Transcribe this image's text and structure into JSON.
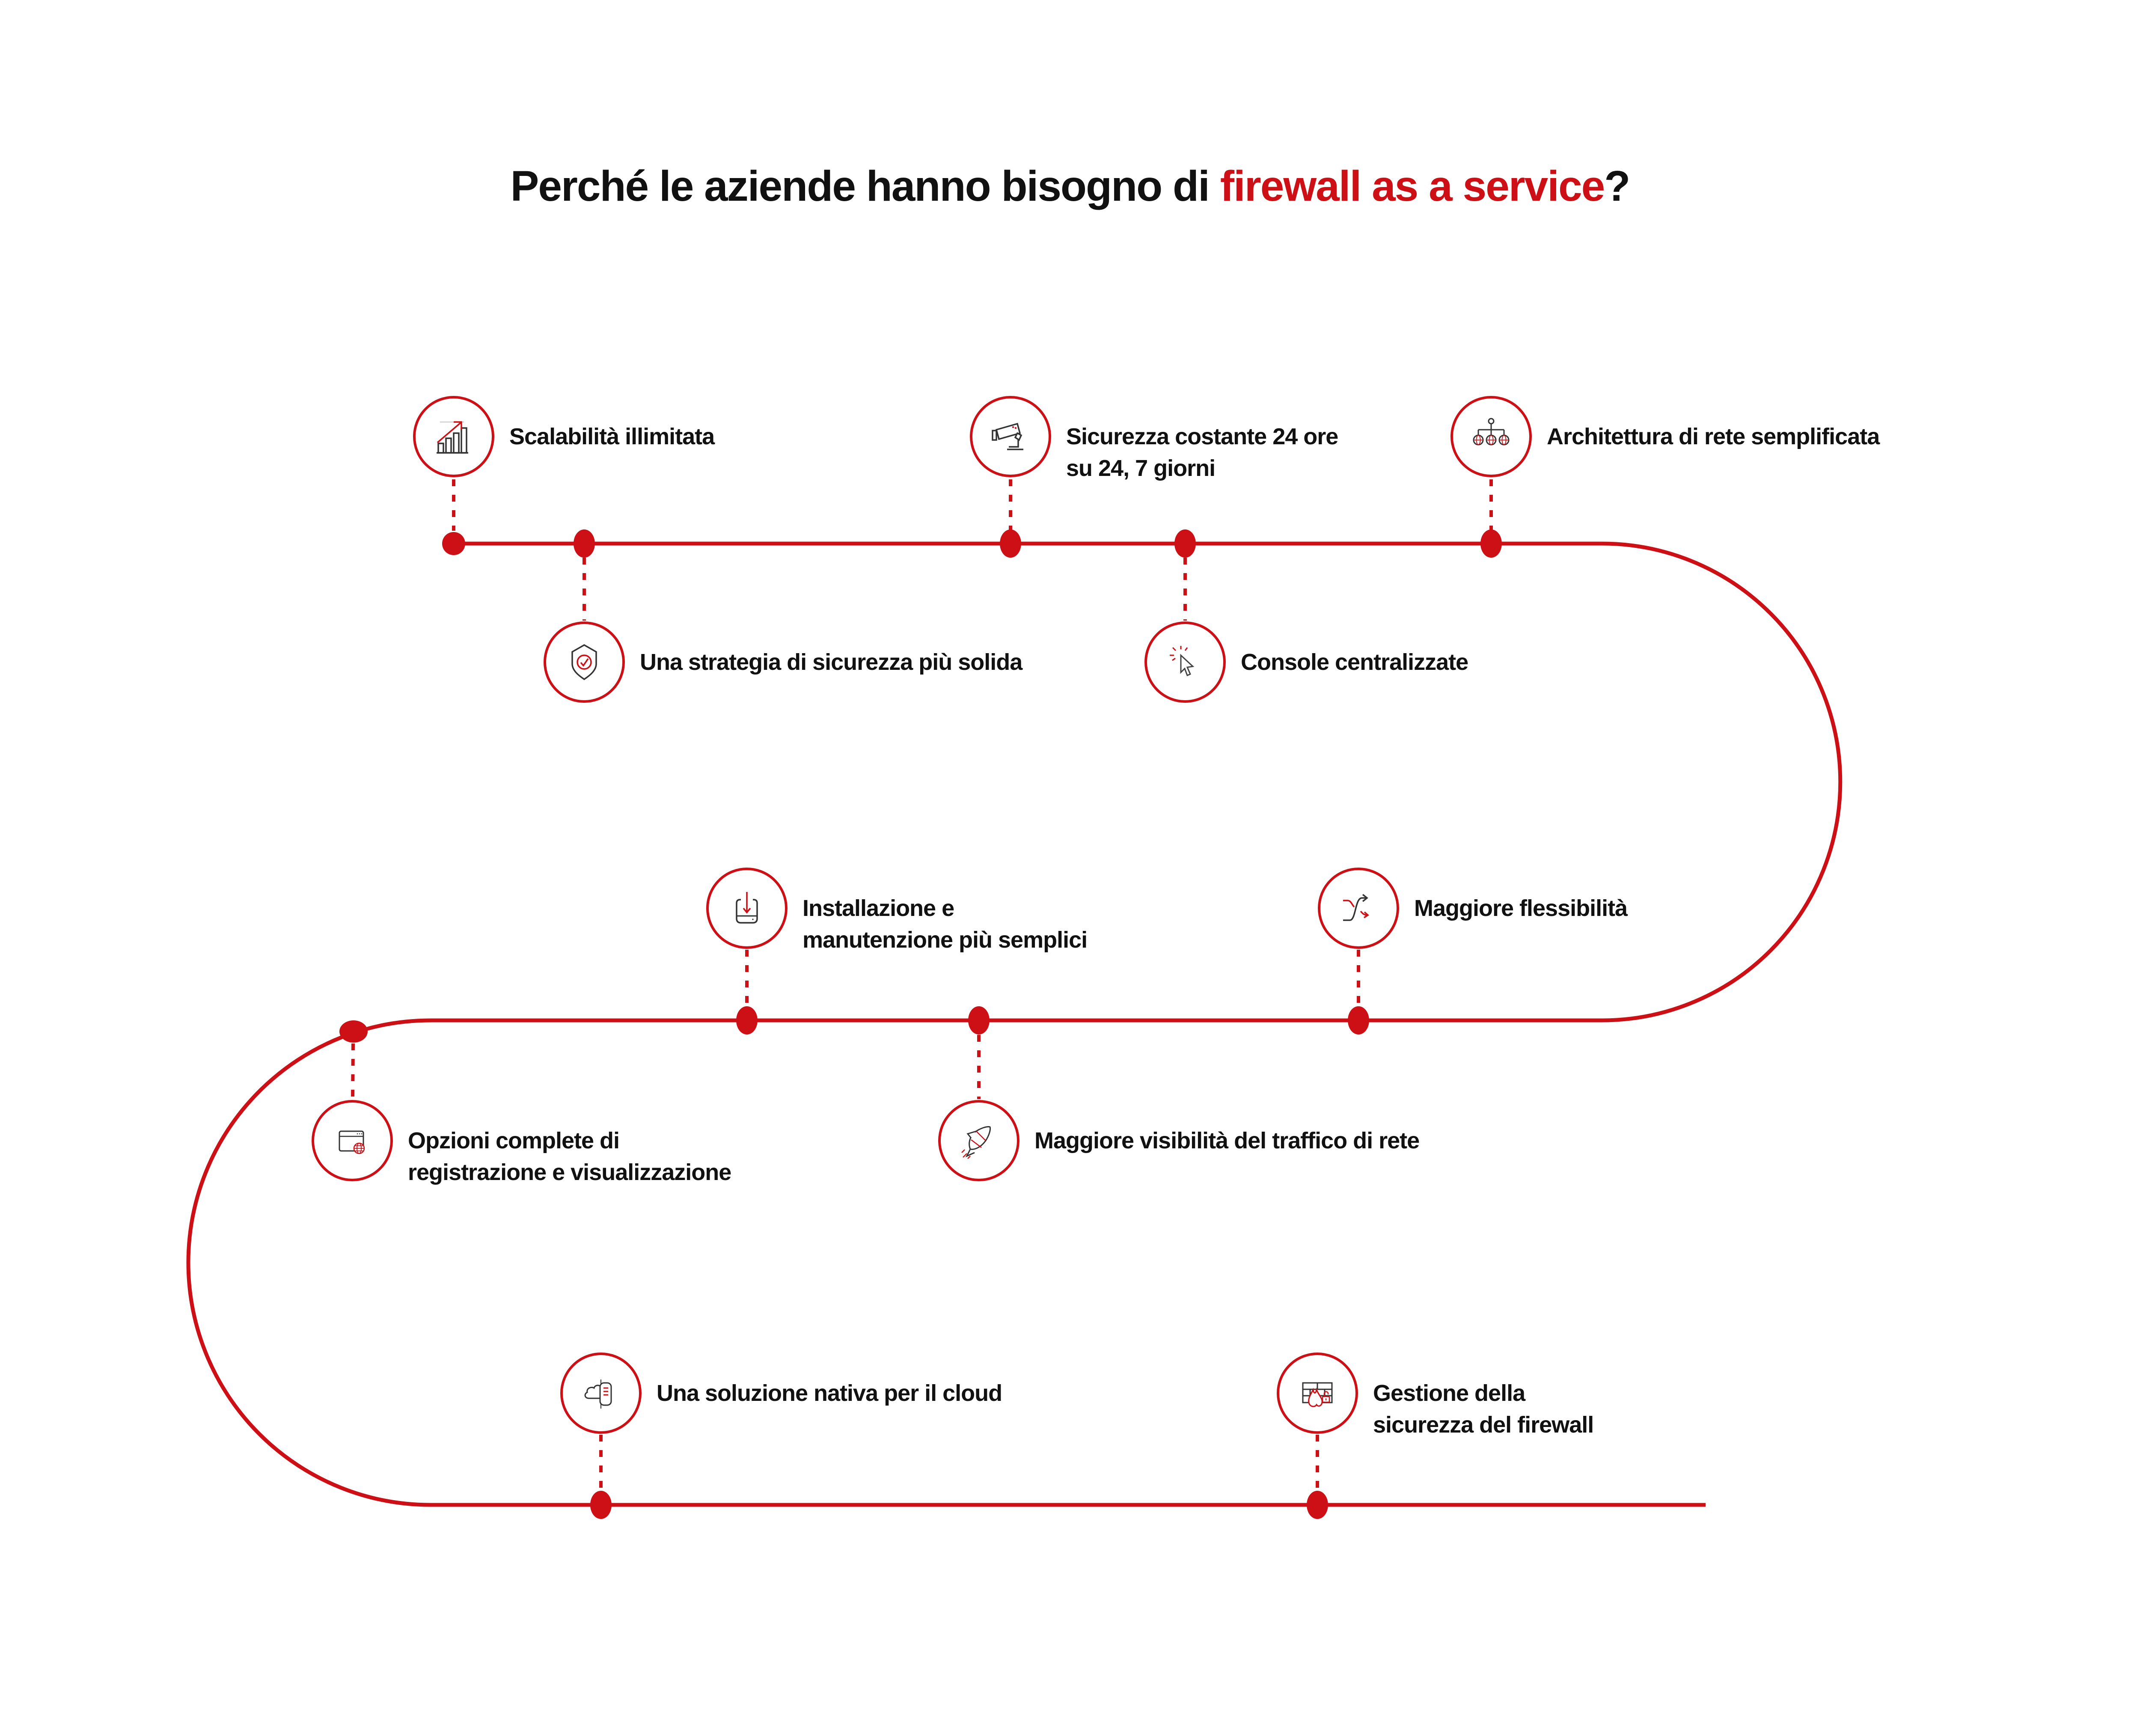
{
  "page": {
    "background": "#ffffff",
    "accent_red": "#cc1016",
    "icon_stroke": "#333333",
    "text_black": "#111111"
  },
  "title": {
    "prefix": "Perché le aziende hanno bisogno di ",
    "highlight": "firewall as a service",
    "suffix": "?"
  },
  "items": [
    {
      "id": "scalability",
      "icon": "bar-chart-growth-icon",
      "line1": "Scalabilità illimitata"
    },
    {
      "id": "security-24-7",
      "icon": "cctv-camera-icon",
      "line1": "Sicurezza costante 24 ore",
      "line2": "su 24, 7 giorni"
    },
    {
      "id": "architecture",
      "icon": "network-tree-icon",
      "line1": "Architettura di rete semplificata"
    },
    {
      "id": "strategy",
      "icon": "shield-check-icon",
      "line1": "Una strategia di sicurezza più solida"
    },
    {
      "id": "consoles",
      "icon": "cursor-click-icon",
      "line1": "Console centralizzate"
    },
    {
      "id": "installation",
      "icon": "install-tray-icon",
      "line1": "Installazione e",
      "line2": "manutenzione più semplici"
    },
    {
      "id": "flexibility",
      "icon": "shuffle-arrows-icon",
      "line1": "Maggiore flessibilità"
    },
    {
      "id": "logging",
      "icon": "browser-globe-icon",
      "line1": "Opzioni complete di",
      "line2": "registrazione e visualizzazione"
    },
    {
      "id": "visibility",
      "icon": "rocket-icon",
      "line1": "Maggiore visibilità del traffico di rete"
    },
    {
      "id": "cloud-native",
      "icon": "cloud-server-icon",
      "line1": "Una soluzione nativa per il cloud"
    },
    {
      "id": "firewall-mgmt",
      "icon": "firewall-flame-lock-icon",
      "line1": "Gestione della",
      "line2": "sicurezza del firewall"
    }
  ]
}
